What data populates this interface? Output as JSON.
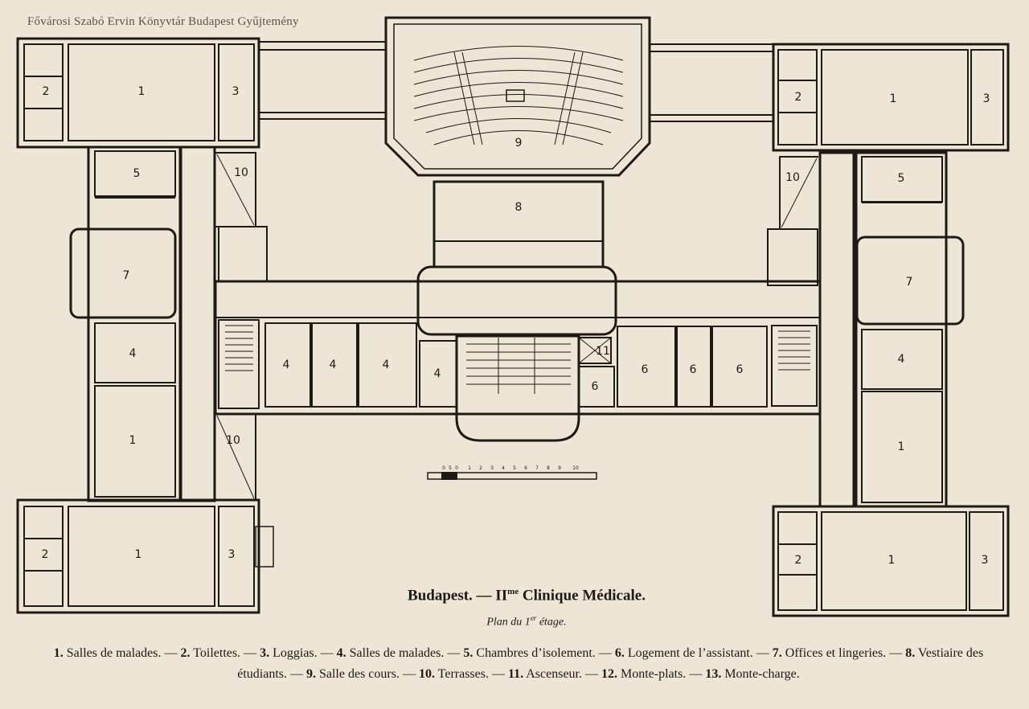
{
  "watermark": "Fővárosi Szabó Ervin Könyvtár Budapest Gyűjtemény",
  "title": {
    "prefix": "Budapest. — II",
    "sup": "me",
    "suffix": " Clinique Médicale."
  },
  "subtitle": {
    "prefix": "Plan du 1",
    "sup": "er",
    "suffix": " étage."
  },
  "scale_labels": [
    "0",
    "5",
    "0",
    "1",
    "2",
    "3",
    "4",
    "5",
    "6",
    "7",
    "8",
    "9",
    "10"
  ],
  "room_labels": {
    "tl_toilet": "2",
    "tl_ward": "1",
    "tl_loggia": "3",
    "l_isol": "5",
    "l_terrace_top": "10",
    "l_office": "7",
    "l_ward4": "4",
    "l_ward1": "1",
    "l_terrace_bot": "10",
    "bl_toilet": "2",
    "bl_ward": "1",
    "bl_loggia": "3",
    "c_ward4_a": "4",
    "c_ward4_b": "4",
    "c_ward4_c": "4",
    "c_ward4_d": "4",
    "c_vestiaire": "8",
    "c_salle": "9",
    "c_lift": "11",
    "c_assist_a": "6",
    "c_assist_b": "6",
    "c_assist_c": "6",
    "c_assist_d": "6",
    "tr_toilet": "2",
    "tr_ward": "1",
    "tr_loggia": "3",
    "r_isol": "5",
    "r_terrace": "10",
    "r_office": "7",
    "r_ward4": "4",
    "r_ward1": "1",
    "br_toilet": "2",
    "br_ward": "1",
    "br_loggia": "3"
  },
  "legend": [
    {
      "num": "1.",
      "text": " Salles de malades. — "
    },
    {
      "num": "2.",
      "text": " Toilettes. — "
    },
    {
      "num": "3.",
      "text": " Loggias. — "
    },
    {
      "num": "4.",
      "text": " Salles de malades. — "
    },
    {
      "num": "5.",
      "text": " Chambres d’isolement. — "
    },
    {
      "num": "6.",
      "text": " Logement de l’assistant. — "
    },
    {
      "num": "7.",
      "text": " Offices et lingeries. — "
    },
    {
      "num": "8.",
      "text": " Vestiaire des étudiants. — "
    },
    {
      "num": "9.",
      "text": " Salle des cours. — "
    },
    {
      "num": "10.",
      "text": " Terrasses. — "
    },
    {
      "num": "11.",
      "text": " Ascenseur. — "
    },
    {
      "num": "12.",
      "text": " Monte-plats. — "
    },
    {
      "num": "13.",
      "text": " Monte-charge."
    }
  ]
}
